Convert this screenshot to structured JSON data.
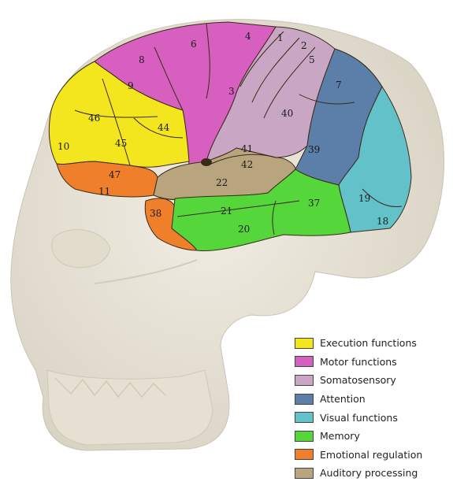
{
  "colors": {
    "execution": "#f4e61e",
    "motor": "#d65fbf",
    "somatosensory": "#c9a6c4",
    "attention": "#5b7fa8",
    "visual": "#62c1c9",
    "memory": "#55d63a",
    "emotional": "#ef7f2a",
    "auditory": "#b9a57d"
  },
  "legend": [
    {
      "label": "Execution functions",
      "color": "#f4e61e"
    },
    {
      "label": "Motor functions",
      "color": "#d65fbf"
    },
    {
      "label": "Somatosensory",
      "color": "#c9a6c4"
    },
    {
      "label": "Attention",
      "color": "#5b7fa8"
    },
    {
      "label": "Visual functions",
      "color": "#62c1c9"
    },
    {
      "label": "Memory",
      "color": "#55d63a"
    },
    {
      "label": "Emotional regulation",
      "color": "#ef7f2a"
    },
    {
      "label": "Auditory processing",
      "color": "#b9a57d"
    }
  ],
  "areas": {
    "a1": "1",
    "a2": "2",
    "a3": "3",
    "a4": "4",
    "a5": "5",
    "a6": "6",
    "a7": "7",
    "a8": "8",
    "a9": "9",
    "a10": "10",
    "a11": "11",
    "a18": "18",
    "a19": "19",
    "a20": "20",
    "a21": "21",
    "a22": "22",
    "a37": "37",
    "a38": "38",
    "a39": "39",
    "a40": "40",
    "a41": "41",
    "a42": "42",
    "a44": "44",
    "a45": "45",
    "a46": "46",
    "a47": "47"
  }
}
